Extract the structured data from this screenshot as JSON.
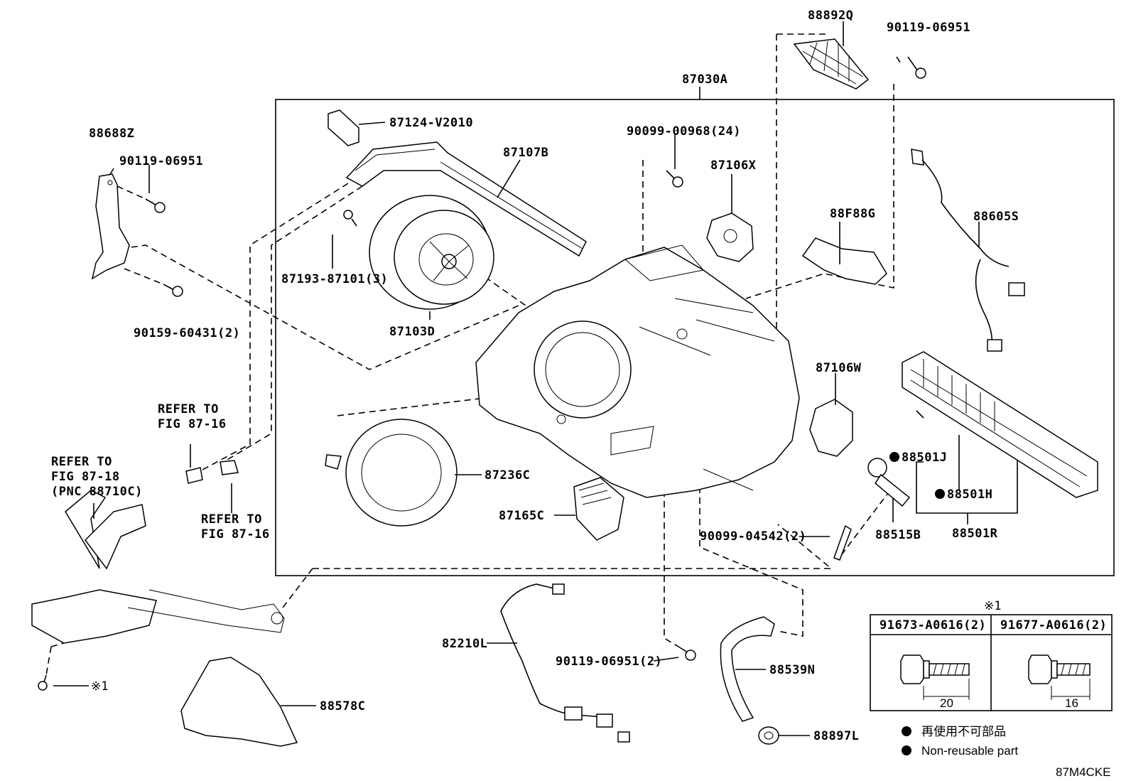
{
  "labels": {
    "p88892Q": "88892Q",
    "p90119_06951_top": "90119-06951",
    "p87030A": "87030A",
    "p88688Z": "88688Z",
    "p90119_06951_left": "90119-06951",
    "p90159_60431": "90159-60431(2)",
    "p87124_V2010": "87124-V2010",
    "p87107B": "87107B",
    "p90099_00968": "90099-00968(24)",
    "p87106X": "87106X",
    "p88F88G": "88F88G",
    "p88605S": "88605S",
    "p87193_87101": "87193-87101(3)",
    "p87103D": "87103D",
    "p87106W": "87106W",
    "p88501J": "88501J",
    "p88501H": "88501H",
    "p88501R": "88501R",
    "p87236C": "87236C",
    "p87165C": "87165C",
    "p90099_04542": "90099-04542(2)",
    "p88515B": "88515B",
    "p82210L": "82210L",
    "p90119_06951_bottom": "90119-06951(2)",
    "p88539N": "88539N",
    "p88897L": "88897L",
    "p88578C": "88578C",
    "note_ref": "※1"
  },
  "refer_notes": {
    "refer_87_16_a": [
      "REFER TO",
      "FIG 87-16"
    ],
    "refer_87_16_b": [
      "REFER TO",
      "FIG 87-16"
    ],
    "refer_87_18": [
      "REFER TO",
      "FIG 87-18",
      "(PNC 88710C)"
    ]
  },
  "legend_table": {
    "marker": "※1",
    "col1_part": "91673-A0616(2)",
    "col1_length": "20",
    "col2_part": "91677-A0616(2)",
    "col2_length": "16"
  },
  "legend_notes": {
    "non_reusable_jp": "再使用不可部品",
    "non_reusable_en": "Non-reusable part"
  },
  "figure_code": "87M4CKE"
}
